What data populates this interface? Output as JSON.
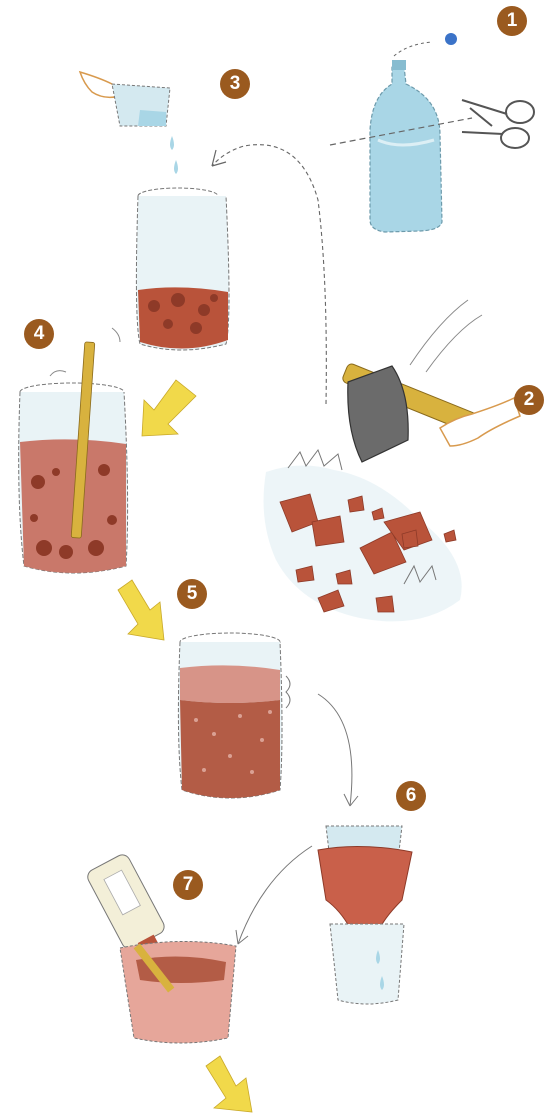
{
  "steps": [
    {
      "number": "1",
      "icon": "cut-bottle-icon"
    },
    {
      "number": "2",
      "icon": "hammer-crush-bricks-icon"
    },
    {
      "number": "3",
      "icon": "pour-water-icon"
    },
    {
      "number": "4",
      "icon": "stir-stick-icon"
    },
    {
      "number": "5",
      "icon": "settle-jar-icon"
    },
    {
      "number": "6",
      "icon": "filter-funnel-icon"
    },
    {
      "number": "7",
      "icon": "paint-pot-icon"
    }
  ],
  "colors": {
    "badge": "#9a5a1f",
    "brick": "#b9533a",
    "brick_dark": "#8e3a28",
    "water_brick": "#c9786a",
    "glass": "#d4e9f0",
    "bottle": "#a9d6e6",
    "arrow": "#f1d94a",
    "stick": "#d8b23e"
  }
}
